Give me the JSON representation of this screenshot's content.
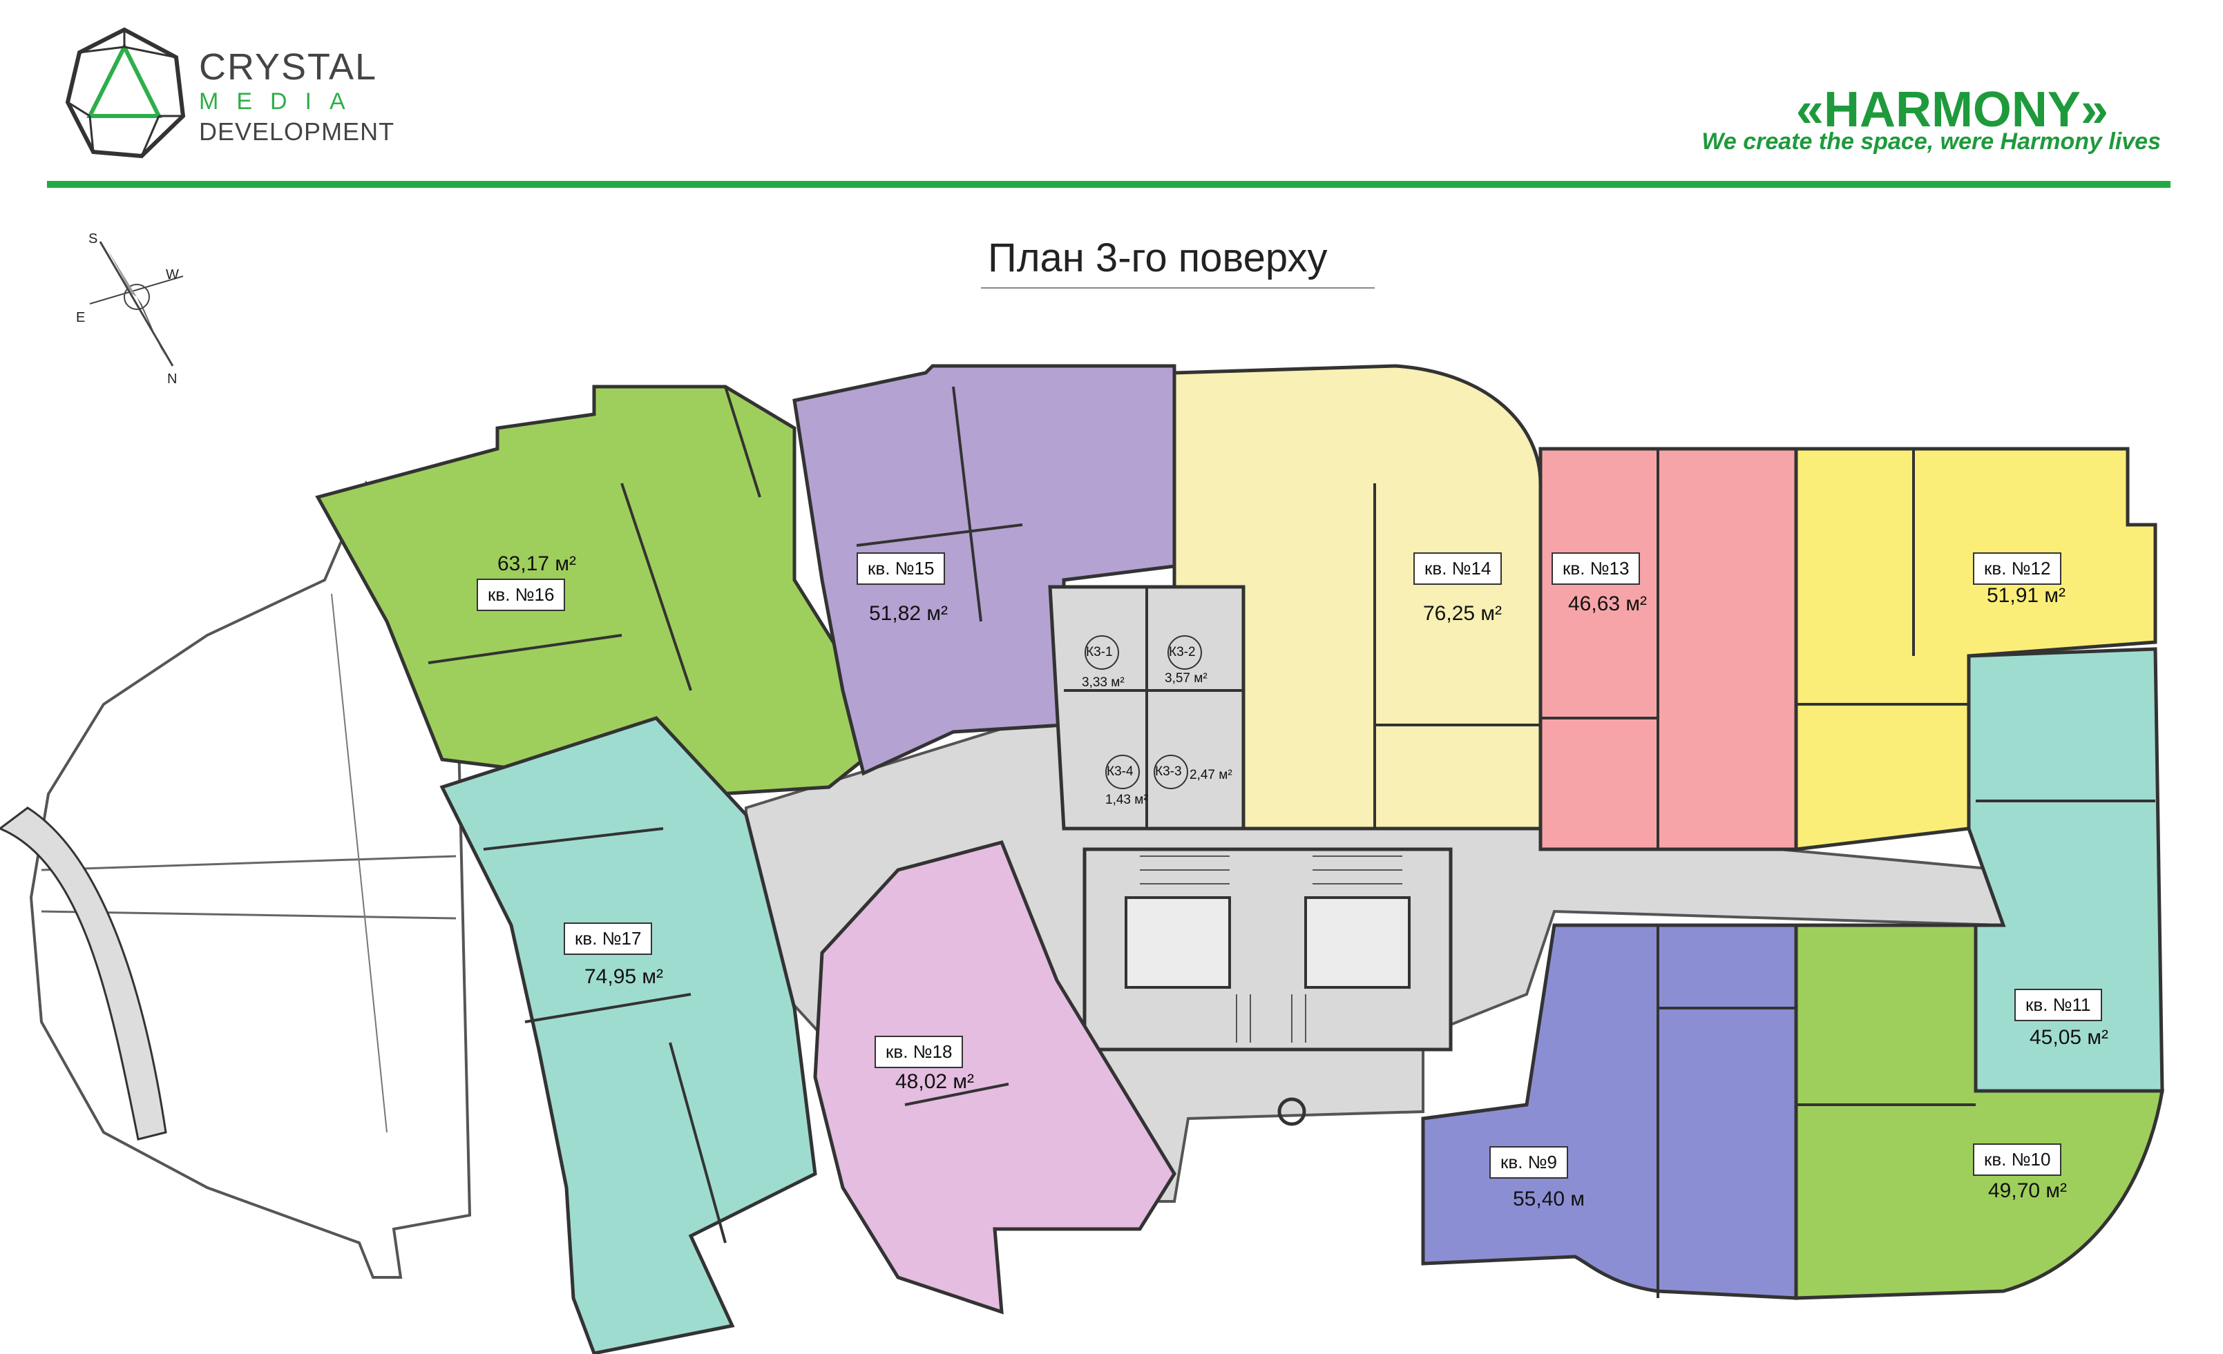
{
  "brand": {
    "line1": "CRYSTAL",
    "line2": "MEDIA",
    "line3": "DEVELOPMENT"
  },
  "project": {
    "title": "«HARMONY»",
    "slogan": "We create the space, were Harmony lives"
  },
  "plan_title": "План 3-го поверху",
  "compass": {
    "s": "S",
    "w": "W",
    "e": "E",
    "n": "N"
  },
  "colors": {
    "green": "#9ecf5c",
    "teal": "#9fdcd0",
    "purple": "#b4a2d2",
    "yellow_light": "#f8f0b4",
    "pink": "#f7a4a8",
    "yellow": "#faee78",
    "blue": "#8c8ed4",
    "magenta": "#e4bde0",
    "common": "#d9d9d9",
    "accent": "#1faa44"
  },
  "apartments": [
    {
      "id": "16",
      "label": "кв. №16",
      "area": "63,17 м²",
      "color": "#9ecf5c"
    },
    {
      "id": "15",
      "label": "кв. №15",
      "area": "51,82 м²",
      "color": "#b4a2d2"
    },
    {
      "id": "14",
      "label": "кв. №14",
      "area": "76,25 м²",
      "color": "#f8f0b4"
    },
    {
      "id": "13",
      "label": "кв. №13",
      "area": "46,63 м²",
      "color": "#f7a4a8"
    },
    {
      "id": "12",
      "label": "кв. №12",
      "area": "51,91 м²",
      "color": "#faee78"
    },
    {
      "id": "11",
      "label": "кв. №11",
      "area": "45,05 м²",
      "color": "#9fdcd0"
    },
    {
      "id": "10",
      "label": "кв. №10",
      "area": "49,70 м²",
      "color": "#9ecf5c"
    },
    {
      "id": "9",
      "label": "кв. №9",
      "area": "55,40 м",
      "color": "#8c8ed4"
    },
    {
      "id": "18",
      "label": "кв. №18",
      "area": "48,02 м²",
      "color": "#e4bde0"
    },
    {
      "id": "17",
      "label": "кв. №17",
      "area": "74,95 м²",
      "color": "#9fdcd0"
    }
  ],
  "storage": [
    {
      "code": "К3-1",
      "area": "3,33 м²"
    },
    {
      "code": "К3-2",
      "area": "3,57 м²"
    },
    {
      "code": "К3-3",
      "area": "2,47 м²"
    },
    {
      "code": "К3-4",
      "area": "1,43 м²"
    }
  ]
}
